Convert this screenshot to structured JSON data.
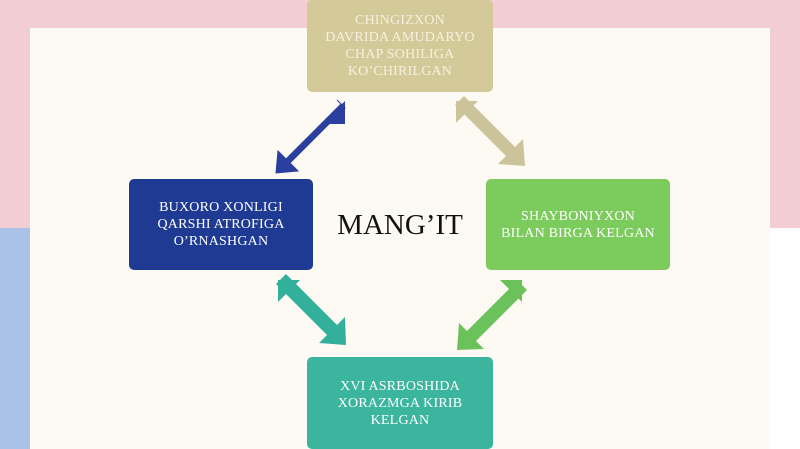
{
  "diagram": {
    "center": "MANG’IT",
    "nodes": {
      "top": {
        "text": "CHINGIZXON\nDAVRIDA AMUDARYO\nCHAP SOHILIGA\nKO’CHIRILGAN",
        "color": "#d4c999"
      },
      "right": {
        "text": "SHAYBONIYXON\nBILAN BIRGA KELGAN",
        "color": "#7ccb5d"
      },
      "bottom": {
        "text": "XVI ASRBOSHIDA\nXORAZMGA KIRIB\nKELGAN",
        "color": "#3bb59d"
      },
      "left": {
        "text": "BUXORO XONLIGI\nQARSHI ATROFIGA\nO’RNASHGAN",
        "color": "#1f3a93"
      }
    },
    "arrow_colors": {
      "top_left": "#2a3f9e",
      "top_right": "#cdc39a",
      "bottom_right": "#6cc25a",
      "bottom_left": "#33b09c"
    },
    "background": {
      "top": "#f2cdd2",
      "panel": "#fdfaf3",
      "left_strip": "#a9c2e6"
    }
  }
}
